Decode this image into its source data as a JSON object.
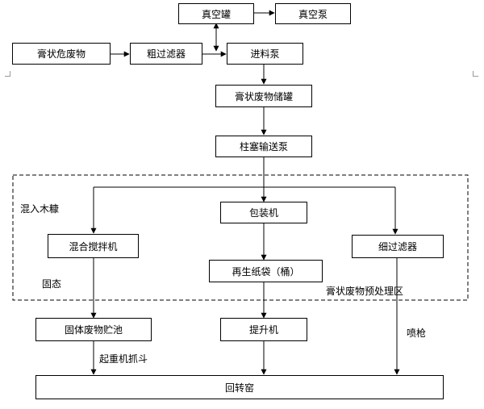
{
  "boxes": {
    "vacuum_tank": "真空罐",
    "vacuum_pump": "真空泵",
    "paste_waste": "膏状危废物",
    "coarse_filter": "粗过滤器",
    "feed_pump": "进料泵",
    "paste_storage_tank": "膏状废物储罐",
    "plunger_pump": "柱塞输送泵",
    "packing_machine": "包装机",
    "mixer": "混合搅拌机",
    "fine_filter": "细过滤器",
    "recycled_bag": "再生纸袋（桶）",
    "solid_storage_pit": "固体废物贮池",
    "elevator": "提升机",
    "kiln": "回转窑"
  },
  "labels": {
    "mix_sawdust": "混入木糠",
    "solid_state": "固态",
    "pretreatment_zone": "膏状废物预处理区",
    "crane_grab": "起重机抓斗",
    "spray": "喷枪"
  },
  "colors": {
    "line": "#000000",
    "zone_border": "#000000"
  }
}
